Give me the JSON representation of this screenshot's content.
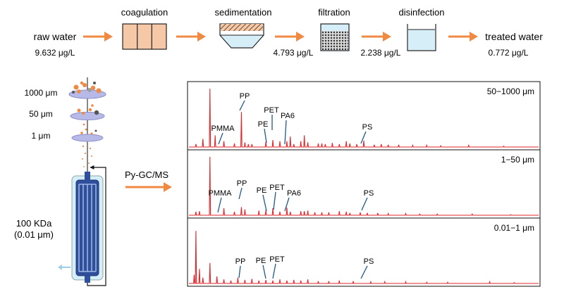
{
  "process": {
    "stages": [
      "coagulation",
      "sedimentation",
      "filtration",
      "disinfection"
    ],
    "raw_label": "raw water",
    "treated_label": "treated water",
    "concentrations": [
      "9.632 μg/L",
      "4.793 μg/L",
      "2.238 μg/L",
      "0.772 μg/L"
    ]
  },
  "separation": {
    "sieves": [
      "1000 μm",
      "50 μm",
      "1 μm"
    ],
    "membrane_label_1": "100 KDa",
    "membrane_label_2": "(0.01 μm)",
    "method": "Py-GC/MS"
  },
  "chromatograms": [
    {
      "range": "50−1000 μm",
      "labels": [
        "PMMA",
        "PP",
        "PE",
        "PET",
        "PA6",
        "PS"
      ],
      "peaks": [
        [
          0.02,
          0.05
        ],
        [
          0.04,
          0.14
        ],
        [
          0.06,
          1.0
        ],
        [
          0.075,
          0.2
        ],
        [
          0.1,
          0.1
        ],
        [
          0.13,
          0.06
        ],
        [
          0.15,
          0.6
        ],
        [
          0.16,
          0.08
        ],
        [
          0.17,
          0.05
        ],
        [
          0.18,
          0.05
        ],
        [
          0.22,
          0.09
        ],
        [
          0.24,
          0.12
        ],
        [
          0.26,
          0.1
        ],
        [
          0.28,
          0.1
        ],
        [
          0.29,
          0.18
        ],
        [
          0.3,
          0.05
        ],
        [
          0.32,
          0.1
        ],
        [
          0.33,
          0.2
        ],
        [
          0.34,
          0.08
        ],
        [
          0.37,
          0.06
        ],
        [
          0.38,
          0.06
        ],
        [
          0.39,
          0.05
        ],
        [
          0.41,
          0.07
        ],
        [
          0.43,
          0.05
        ],
        [
          0.45,
          0.1
        ],
        [
          0.46,
          0.06
        ],
        [
          0.48,
          0.05
        ],
        [
          0.5,
          0.11
        ],
        [
          0.53,
          0.04
        ],
        [
          0.55,
          0.05
        ],
        [
          0.57,
          0.04
        ],
        [
          0.6,
          0.04
        ],
        [
          0.64,
          0.03
        ],
        [
          0.68,
          0.03
        ],
        [
          0.72,
          0.02
        ],
        [
          0.8,
          0.03
        ],
        [
          0.9,
          0.015
        ]
      ]
    },
    {
      "range": "1−50 μm",
      "labels": [
        "PMMA",
        "PP",
        "PE",
        "PET",
        "PA6",
        "PS"
      ],
      "peaks": [
        [
          0.02,
          0.06
        ],
        [
          0.03,
          0.07
        ],
        [
          0.06,
          1.0
        ],
        [
          0.1,
          0.12
        ],
        [
          0.13,
          0.06
        ],
        [
          0.15,
          0.14
        ],
        [
          0.16,
          0.1
        ],
        [
          0.2,
          0.08
        ],
        [
          0.22,
          0.09
        ],
        [
          0.24,
          0.12
        ],
        [
          0.26,
          0.06
        ],
        [
          0.28,
          0.13
        ],
        [
          0.29,
          0.06
        ],
        [
          0.32,
          0.07
        ],
        [
          0.33,
          0.07
        ],
        [
          0.34,
          0.08
        ],
        [
          0.36,
          0.05
        ],
        [
          0.38,
          0.05
        ],
        [
          0.4,
          0.05
        ],
        [
          0.43,
          0.07
        ],
        [
          0.45,
          0.06
        ],
        [
          0.46,
          0.04
        ],
        [
          0.49,
          0.05
        ],
        [
          0.51,
          0.04
        ],
        [
          0.54,
          0.04
        ],
        [
          0.57,
          0.03
        ],
        [
          0.62,
          0.03
        ],
        [
          0.66,
          0.02
        ],
        [
          0.71,
          0.02
        ],
        [
          0.81,
          0.02
        ],
        [
          0.92,
          0.01
        ]
      ]
    },
    {
      "range": "0.01−1 μm",
      "labels": [
        "PP",
        "PE",
        "PET",
        "PS"
      ],
      "peaks": [
        [
          0.015,
          0.15
        ],
        [
          0.02,
          0.9
        ],
        [
          0.03,
          0.25
        ],
        [
          0.04,
          0.1
        ],
        [
          0.06,
          0.35
        ],
        [
          0.08,
          0.12
        ],
        [
          0.1,
          0.07
        ],
        [
          0.12,
          0.05
        ],
        [
          0.14,
          0.1
        ],
        [
          0.16,
          0.06
        ],
        [
          0.18,
          0.08
        ],
        [
          0.2,
          0.05
        ],
        [
          0.22,
          0.06
        ],
        [
          0.24,
          0.05
        ],
        [
          0.26,
          0.07
        ],
        [
          0.28,
          0.05
        ],
        [
          0.3,
          0.06
        ],
        [
          0.32,
          0.05
        ],
        [
          0.34,
          0.07
        ],
        [
          0.37,
          0.04
        ],
        [
          0.4,
          0.04
        ],
        [
          0.43,
          0.05
        ],
        [
          0.47,
          0.04
        ],
        [
          0.52,
          0.03
        ],
        [
          0.56,
          0.03
        ],
        [
          0.62,
          0.03
        ],
        [
          0.68,
          0.02
        ],
        [
          0.74,
          0.02
        ],
        [
          0.86,
          0.03
        ],
        [
          0.93,
          0.015
        ]
      ]
    }
  ]
}
